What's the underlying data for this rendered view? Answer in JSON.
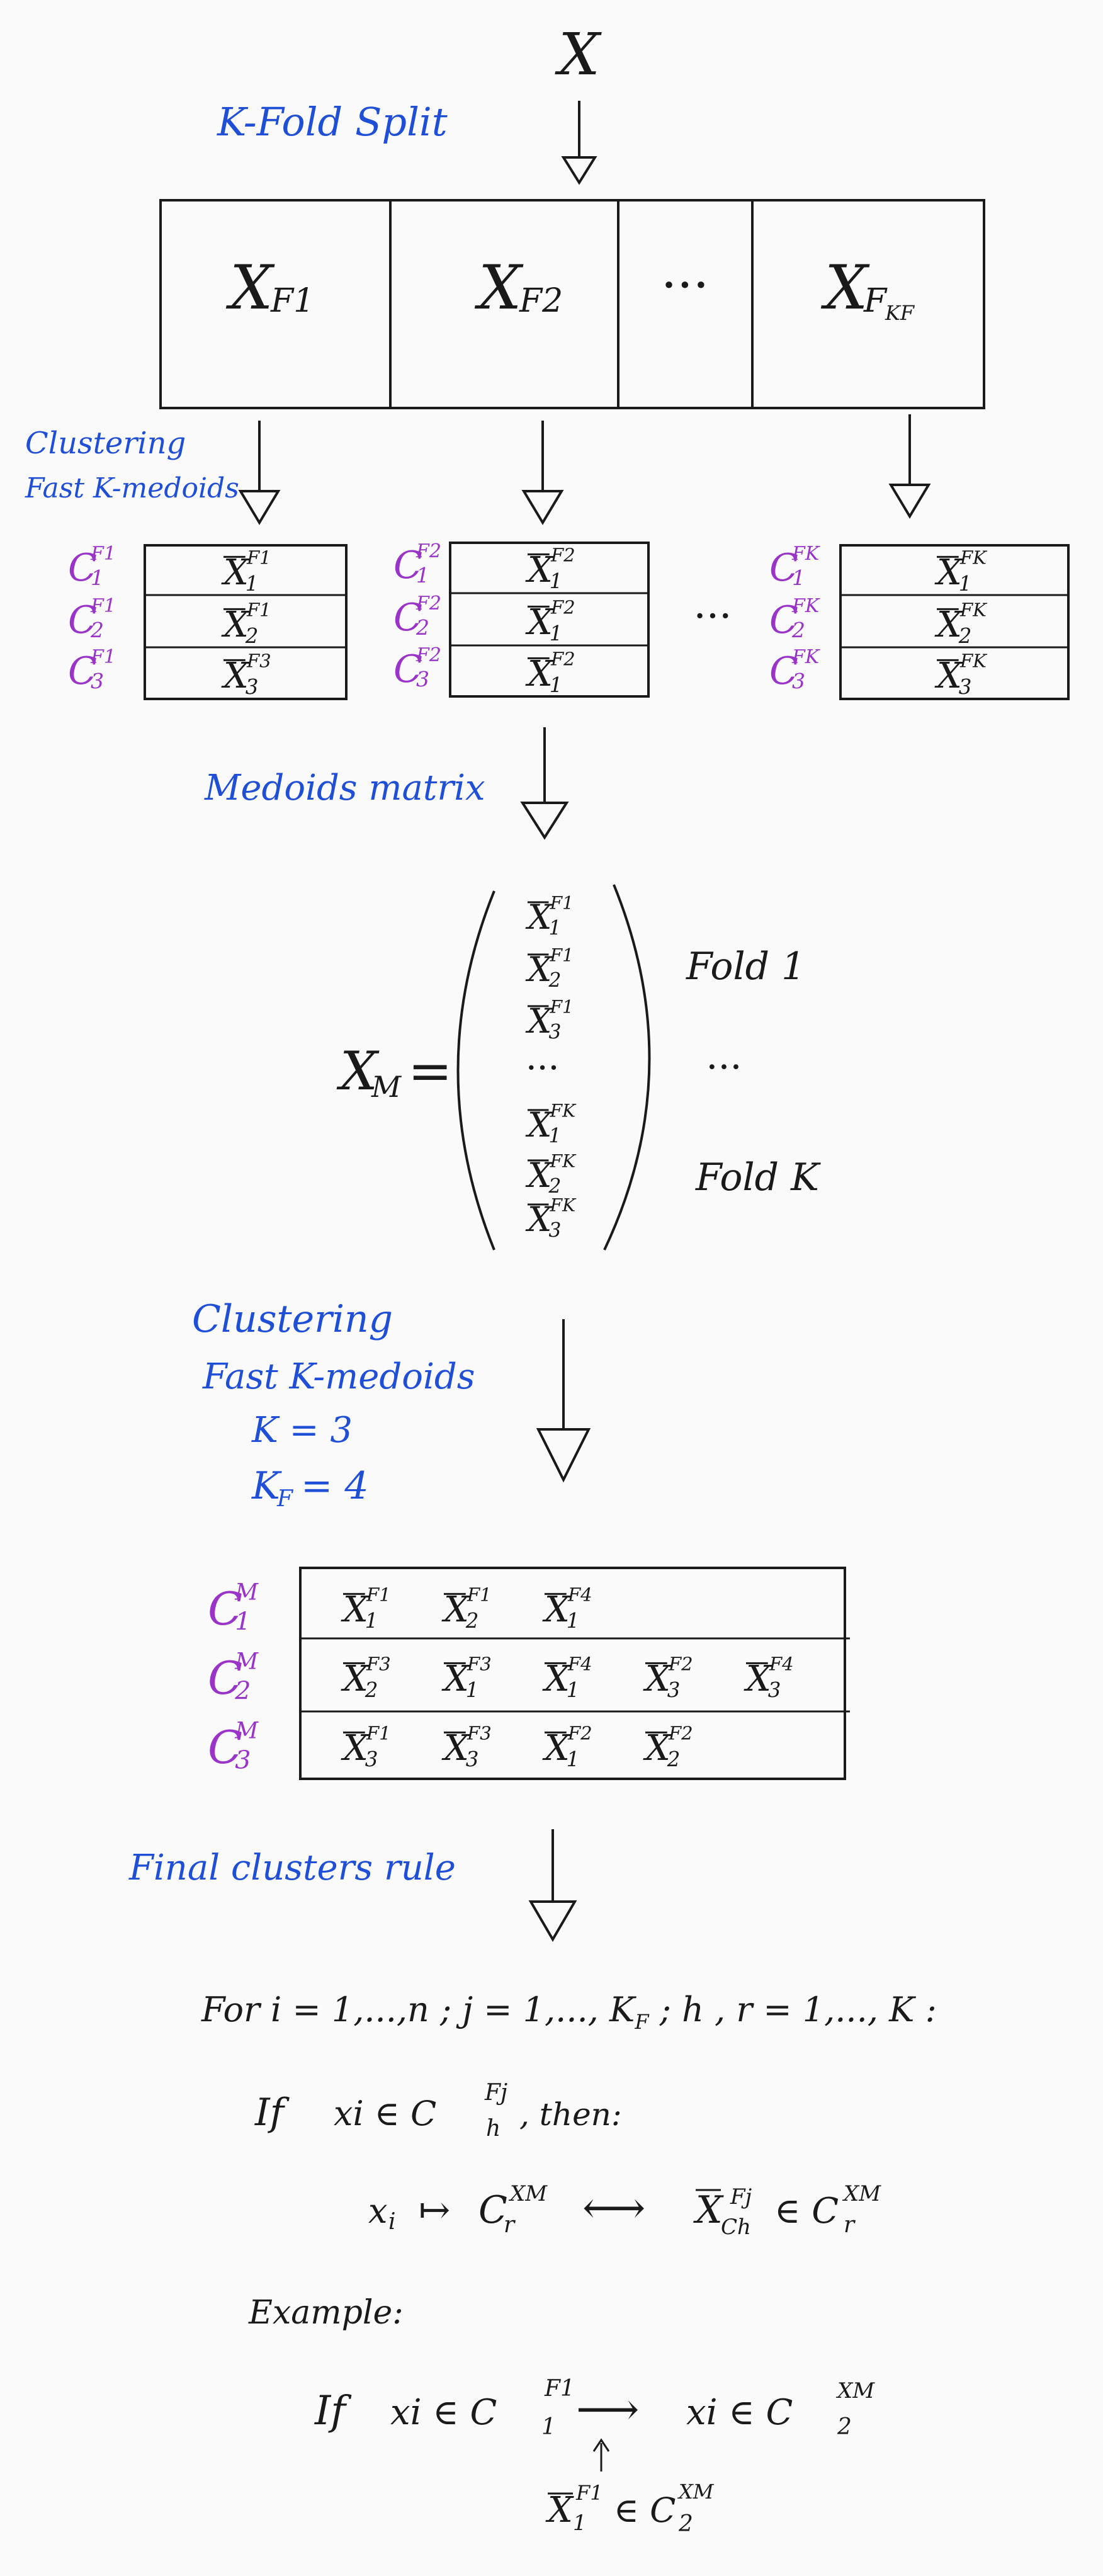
{
  "top": {
    "x_label": "X",
    "split_label": "K-Fold Split"
  },
  "folds": [
    {
      "base": "X",
      "sub": "F1"
    },
    {
      "base": "X",
      "sub": "F2"
    },
    {
      "base": "X",
      "sub": "F",
      "subsub": "KF"
    }
  ],
  "fold_ellipsis": "···",
  "step1": {
    "line1": "Clustering",
    "line2": "Fast K-medoids"
  },
  "fold_tables": [
    {
      "labels": [
        {
          "c": "C",
          "sub": "1",
          "sup": "F1"
        },
        {
          "c": "C",
          "sub": "2",
          "sup": "F1"
        },
        {
          "c": "C",
          "sub": "3",
          "sup": "F1"
        }
      ],
      "rows": [
        {
          "x": "X",
          "sub": "1",
          "sup": "F1"
        },
        {
          "x": "X",
          "sub": "2",
          "sup": "F1"
        },
        {
          "x": "X",
          "sub": "3",
          "sup": "F3"
        }
      ]
    },
    {
      "labels": [
        {
          "c": "C",
          "sub": "1",
          "sup": "F2"
        },
        {
          "c": "C",
          "sub": "2",
          "sup": "F2"
        },
        {
          "c": "C",
          "sub": "3",
          "sup": "F2"
        }
      ],
      "rows": [
        {
          "x": "X",
          "sub": "1",
          "sup": "F2"
        },
        {
          "x": "X",
          "sub": "1",
          "sup": "F2"
        },
        {
          "x": "X",
          "sub": "1",
          "sup": "F2"
        }
      ]
    },
    {
      "labels": [
        {
          "c": "C",
          "sub": "1",
          "sup": "FK"
        },
        {
          "c": "C",
          "sub": "2",
          "sup": "FK"
        },
        {
          "c": "C",
          "sub": "3",
          "sup": "FK"
        }
      ],
      "rows": [
        {
          "x": "X",
          "sub": "1",
          "sup": "FK"
        },
        {
          "x": "X",
          "sub": "2",
          "sup": "FK"
        },
        {
          "x": "X",
          "sub": "3",
          "sup": "FK"
        }
      ]
    }
  ],
  "tables_ellipsis": "···",
  "medoids_label": "Medoids matrix",
  "matrix": {
    "lhs": "X",
    "lhs_sub": "M",
    "equals": "=",
    "entries": [
      {
        "x": "X",
        "sub": "1",
        "sup": "F1"
      },
      {
        "x": "X",
        "sub": "2",
        "sup": "F1"
      },
      {
        "x": "X",
        "sub": "3",
        "sup": "F1"
      },
      {
        "text": "···"
      },
      {
        "x": "X",
        "sub": "1",
        "sup": "FK"
      },
      {
        "x": "X",
        "sub": "2",
        "sup": "FK"
      },
      {
        "x": "X",
        "sub": "3",
        "sup": "FK"
      }
    ],
    "fold1": "Fold 1",
    "dots": "···",
    "foldk": "Fold K"
  },
  "step2": {
    "line1": "Clustering",
    "line2": "Fast K-medoids",
    "k": "K = 3",
    "kf": "K",
    "kf_sub": "F",
    "kf_val": "= 4"
  },
  "final_table": {
    "labels": [
      {
        "c": "C",
        "sub": "1",
        "sup": "M"
      },
      {
        "c": "C",
        "sub": "2",
        "sup": "M"
      },
      {
        "c": "C",
        "sub": "3",
        "sup": "M"
      }
    ],
    "rows": [
      [
        {
          "x": "X",
          "sub": "1",
          "sup": "F1"
        },
        {
          "x": "X",
          "sub": "2",
          "sup": "F1"
        },
        {
          "x": "X",
          "sub": "1",
          "sup": "F4"
        }
      ],
      [
        {
          "x": "X",
          "sub": "2",
          "sup": "F3"
        },
        {
          "x": "X",
          "sub": "1",
          "sup": "F3"
        },
        {
          "x": "X",
          "sub": "1",
          "sup": "F4"
        },
        {
          "x": "X",
          "sub": "3",
          "sup": "F2"
        },
        {
          "x": "X",
          "sub": "3",
          "sup": "F4"
        }
      ],
      [
        {
          "x": "X",
          "sub": "3",
          "sup": "F1"
        },
        {
          "x": "X",
          "sub": "3",
          "sup": "F3"
        },
        {
          "x": "X",
          "sub": "1",
          "sup": "F2"
        },
        {
          "x": "X",
          "sub": "2",
          "sup": "F2"
        }
      ]
    ]
  },
  "rule_label": "Final clusters rule",
  "rule": {
    "for_line": "For  i = 1,...,n  ;  j = 1,..., K",
    "for_kf_sub": "F",
    "for_tail": " ;  h , r = 1,..., K  :",
    "if_word": "If",
    "if_expr": "xi ∈ C",
    "if_sub": "h",
    "if_sup": "Fj",
    "then_word": ",  then:",
    "map_lhs": "x",
    "map_lhs_sub": "i",
    "map_arrow": "↦",
    "map_c": "C",
    "map_c_sub": "r",
    "map_c_sup": "XM",
    "equiv": "⟷",
    "map_rhs_x": "X",
    "map_rhs_sub": "Ch",
    "map_rhs_sup": "Fj",
    "map_rhs_in": "∈ C",
    "map_rhs_c_sub": "r",
    "map_rhs_c_sup": "XM"
  },
  "example": {
    "label": "Example:",
    "if_word": "If",
    "lhs": "xi ∈ C",
    "lhs_sub": "1",
    "lhs_sup": "F1",
    "arrow": "⟶",
    "rhs": "xi ∈ C",
    "rhs_sub": "2",
    "rhs_sup": "XM",
    "reason_x": "X",
    "reason_sub": "1",
    "reason_sup": "F1",
    "reason_in": "∈ C",
    "reason_c_sub": "2",
    "reason_c_sup": "XM"
  }
}
